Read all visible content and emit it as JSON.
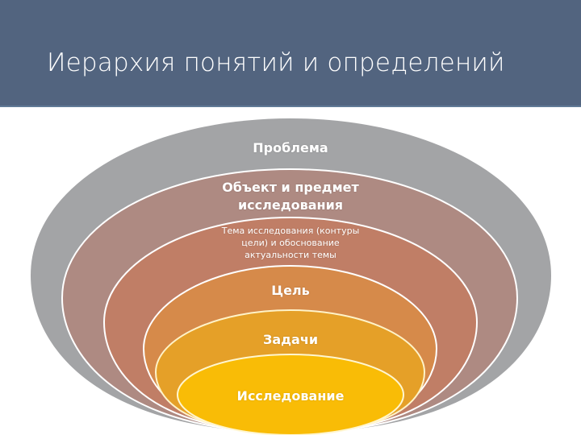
{
  "slide": {
    "title": "Иерархия понятий и определений",
    "header_color": "#52647f"
  },
  "diagram": {
    "type": "nested-ellipses",
    "levels": [
      {
        "label": "Проблема",
        "color": "#a3a4a6"
      },
      {
        "label_line1": "Объект и предмет",
        "label_line2": "исследования",
        "color": "#ae8a82"
      },
      {
        "label_line1": "Тема исследования (контуры",
        "label_line2": "цели) и обоснование",
        "label_line3": "актуальности темы",
        "color": "#c07e66"
      },
      {
        "label": "Цель",
        "color": "#d68a4a"
      },
      {
        "label": "Задачи",
        "color": "#e5a028"
      },
      {
        "label": "Исследование",
        "color": "#f9bc06"
      }
    ]
  }
}
